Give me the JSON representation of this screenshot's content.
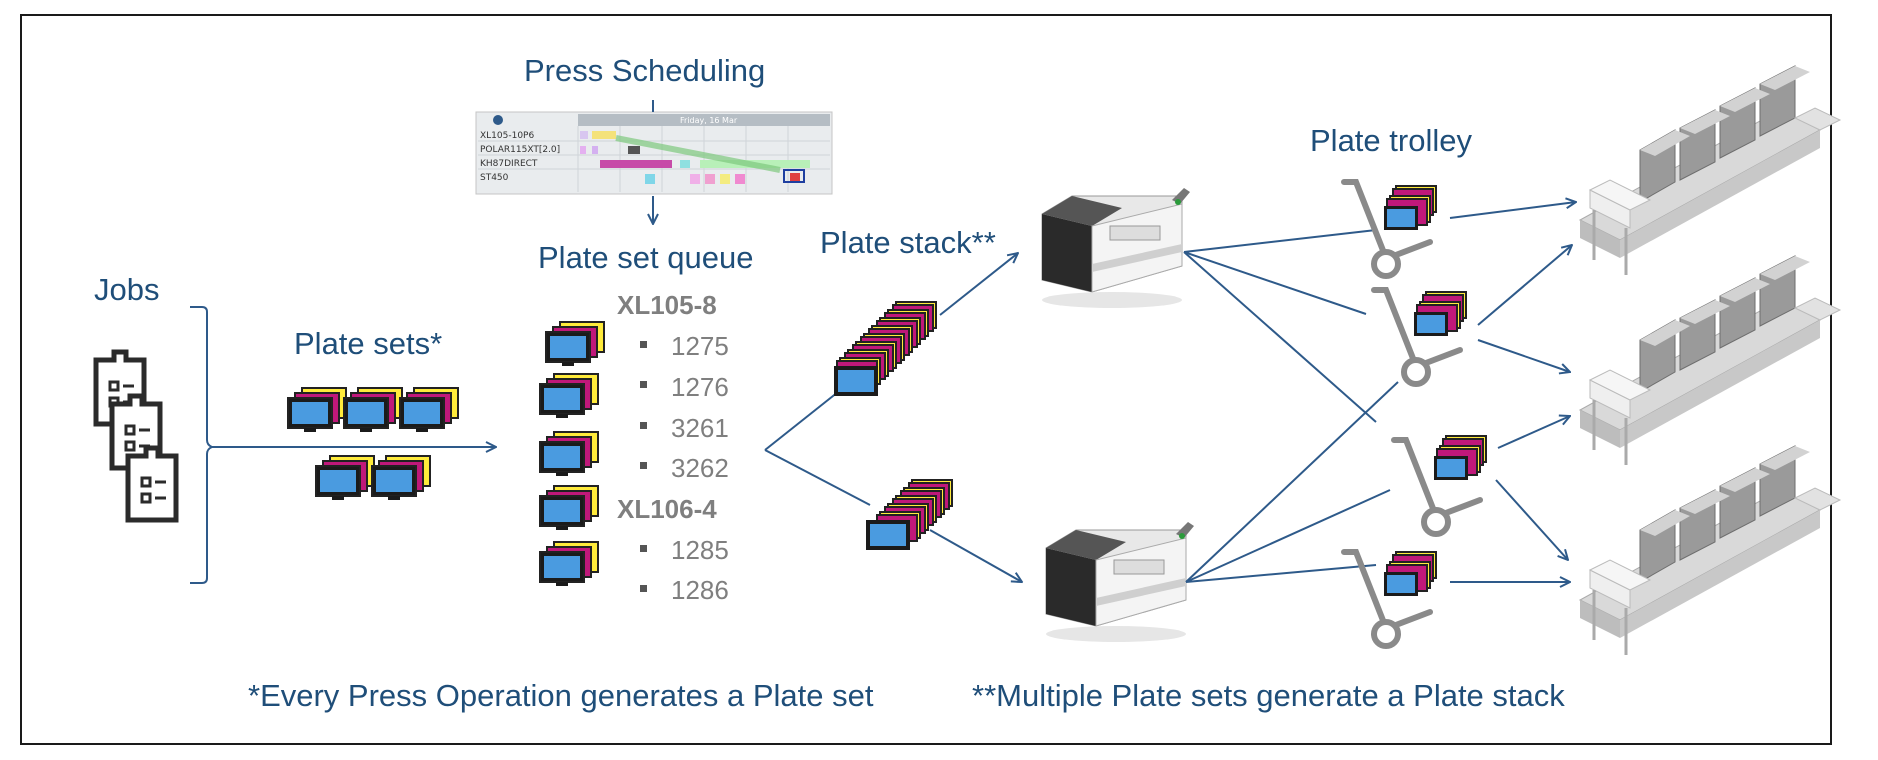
{
  "labels": {
    "press_scheduling": "Press Scheduling",
    "jobs": "Jobs",
    "plate_sets": "Plate sets*",
    "plate_set_queue": "Plate set queue",
    "plate_stack": "Plate stack**",
    "plate_trolley": "Plate trolley"
  },
  "queue": {
    "groups": [
      {
        "name": "XL105-8",
        "items": [
          "1275",
          "1276",
          "3261",
          "3262"
        ]
      },
      {
        "name": "XL106-4",
        "items": [
          "1285",
          "1286"
        ]
      }
    ]
  },
  "schedule_preview": {
    "date": "Friday, 16 Mar",
    "rows": [
      "XL105-10P6",
      "POLAR115XT[2.0]",
      "KH87DIRECT",
      "ST450"
    ]
  },
  "footnotes": {
    "plate_set": "*Every Press Operation generates a Plate set",
    "plate_stack": "**Multiple Plate sets generate a Plate stack"
  },
  "colors": {
    "label": "#1f4e79",
    "arrow": "#2e5a8a",
    "plate_screen": "#4a9be0",
    "plate_magenta": "#c0187a",
    "plate_yellow": "#ffeb3b",
    "queue_text": "#7f7f7f"
  }
}
